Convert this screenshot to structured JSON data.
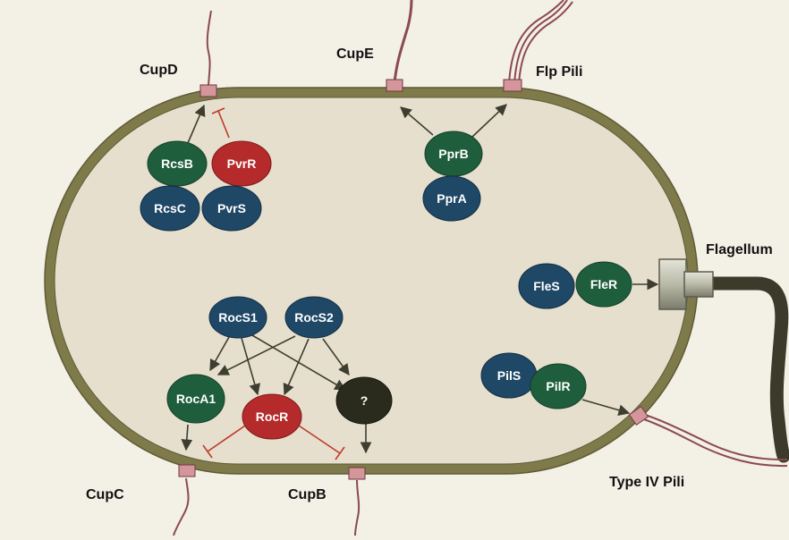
{
  "colors": {
    "background": "#f3f0e6",
    "cytoplasm": "#e6dfcd",
    "membrane": "#7f7a4a",
    "membrane_dark": "#5e5a36",
    "blue": "#1f4766",
    "green": "#1f5e3c",
    "red": "#b52a2a",
    "dark": "#2a2a1d",
    "pilus": "#8b4a52",
    "anchor": "#d4959b",
    "arrow": "#3d3d30",
    "inhibit": "#c0392b",
    "flagellum": "#3c3a2a"
  },
  "external_labels": {
    "cupd": "CupD",
    "cupe": "CupE",
    "flp_pili": "Flp Pili",
    "flagellum": "Flagellum",
    "type_iv_pili": "Type IV Pili",
    "cupc": "CupC",
    "cupb": "CupB"
  },
  "nodes": {
    "rcsb": "RcsB",
    "pvrr": "PvrR",
    "rcsc": "RcsC",
    "pvrs": "PvrS",
    "pprb": "PprB",
    "ppra": "PprA",
    "fles": "FleS",
    "fler": "FleR",
    "rocs1": "RocS1",
    "rocs2": "RocS2",
    "roca1": "RocA1",
    "rocr": "RocR",
    "unknown": "?",
    "pils": "PilS",
    "pilr": "PilR"
  }
}
